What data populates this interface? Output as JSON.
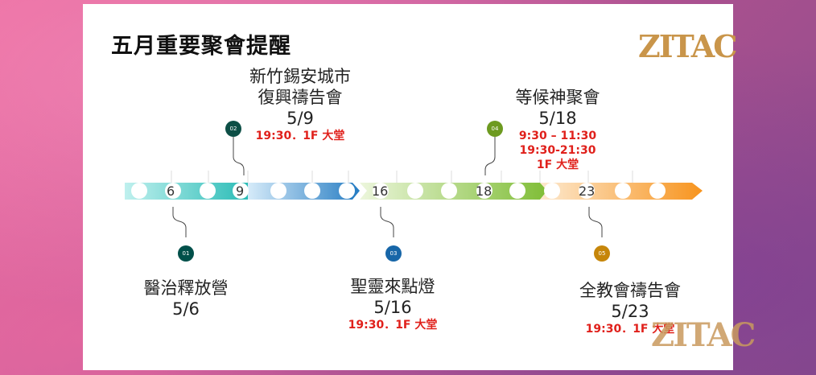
{
  "title": "五月重要聚會提醒",
  "logo_text": "ZITAC",
  "day_labels": [
    "6",
    "9",
    "16",
    "18",
    "23"
  ],
  "events": [
    {
      "badge": "01",
      "name_lines": [
        "醫治釋放營"
      ],
      "date": "5/6",
      "details": []
    },
    {
      "badge": "02",
      "name_lines": [
        "新竹錫安城市",
        "復興禱告會"
      ],
      "date": "5/9",
      "details": [
        "19:30．1F 大堂"
      ]
    },
    {
      "badge": "03",
      "name_lines": [
        "聖靈來點燈"
      ],
      "date": "5/16",
      "details": [
        "19:30．1F 大堂"
      ]
    },
    {
      "badge": "04",
      "name_lines": [
        "等候神聚會"
      ],
      "date": "5/18",
      "details": [
        "9:30 – 11:30",
        "19:30-21:30",
        "1F 大堂"
      ]
    },
    {
      "badge": "05",
      "name_lines": [
        "全教會禱告會"
      ],
      "date": "5/23",
      "details": [
        "19:30．1F 大堂"
      ]
    }
  ],
  "colors": {
    "teal": "#2fc4bd",
    "blue": "#2f86c9",
    "green": "#8cc63f",
    "orange": "#f7931e",
    "badge_01": "#00504a",
    "badge_02": "#0d4f46",
    "badge_03": "#1766a8",
    "badge_04": "#6d9a20",
    "badge_05": "#c6860a",
    "red_text": "#e0201b"
  }
}
